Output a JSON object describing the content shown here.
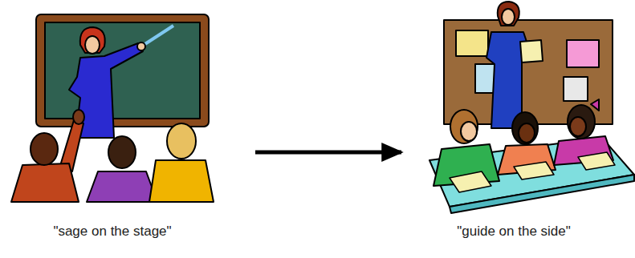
{
  "diagram": {
    "nodes": [
      {
        "text": [
          "\"sage on the stage\""
        ]
      },
      {
        "text": [
          "\"guide on the side\""
        ]
      }
    ],
    "edges": [
      {
        "from": 0,
        "to": 1,
        "arrow": "to"
      }
    ]
  }
}
